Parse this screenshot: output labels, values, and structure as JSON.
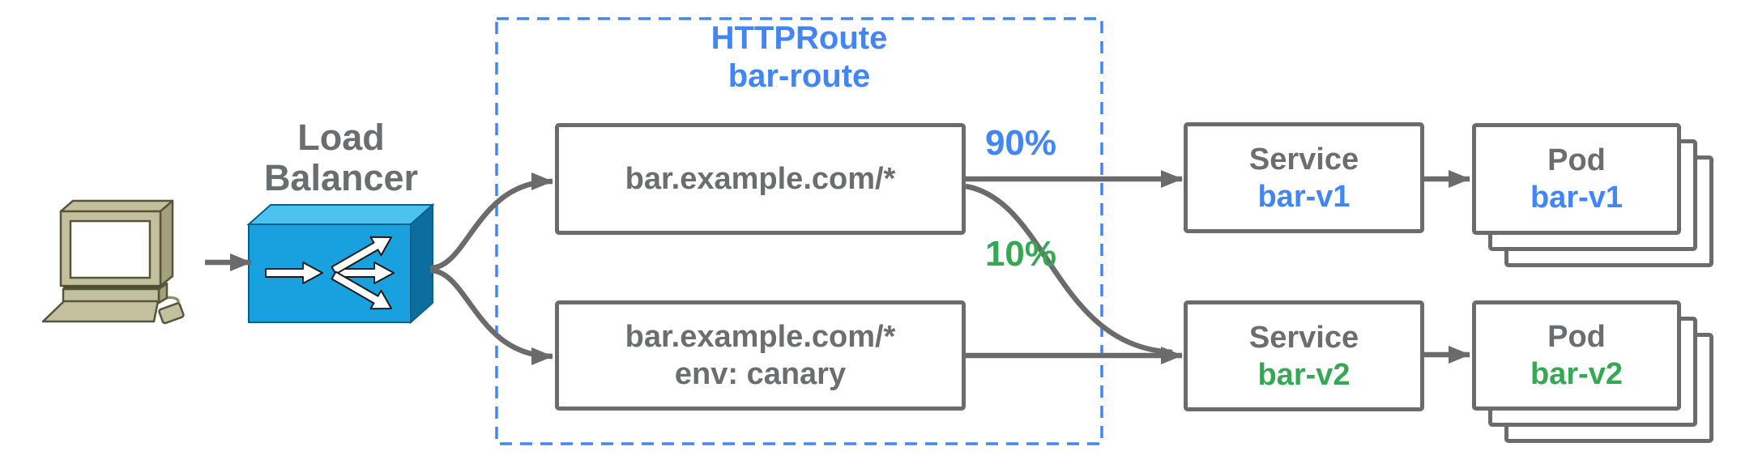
{
  "colors": {
    "blue": "#4285F4",
    "green": "#34A853",
    "gray": "#6b6e71",
    "lb_front_blue": "#18A0DF",
    "lb_top_blue": "#4CC2F1",
    "lb_side_blue": "#0B6E9F",
    "connector_gray": "#6b6b6b",
    "dashed_border_blue": "#4285F4",
    "computer_khaki": "#c3c0a0"
  },
  "client": {
    "icon": "computer-icon"
  },
  "load_balancer": {
    "label": "Load Balancer",
    "icon": "load-balancer-icon"
  },
  "httproute": {
    "title_line1": "HTTPRoute",
    "title_line2": "bar-route",
    "rules": [
      {
        "host": "bar.example.com/*",
        "header": ""
      },
      {
        "host": "bar.example.com/*",
        "header": "env: canary"
      }
    ]
  },
  "weights": {
    "primary": "90%",
    "canary": "10%"
  },
  "services": [
    {
      "kind": "Service",
      "name": "bar-v1"
    },
    {
      "kind": "Service",
      "name": "bar-v2"
    }
  ],
  "pods": [
    {
      "kind": "Pod",
      "name": "bar-v1"
    },
    {
      "kind": "Pod",
      "name": "bar-v2"
    }
  ]
}
